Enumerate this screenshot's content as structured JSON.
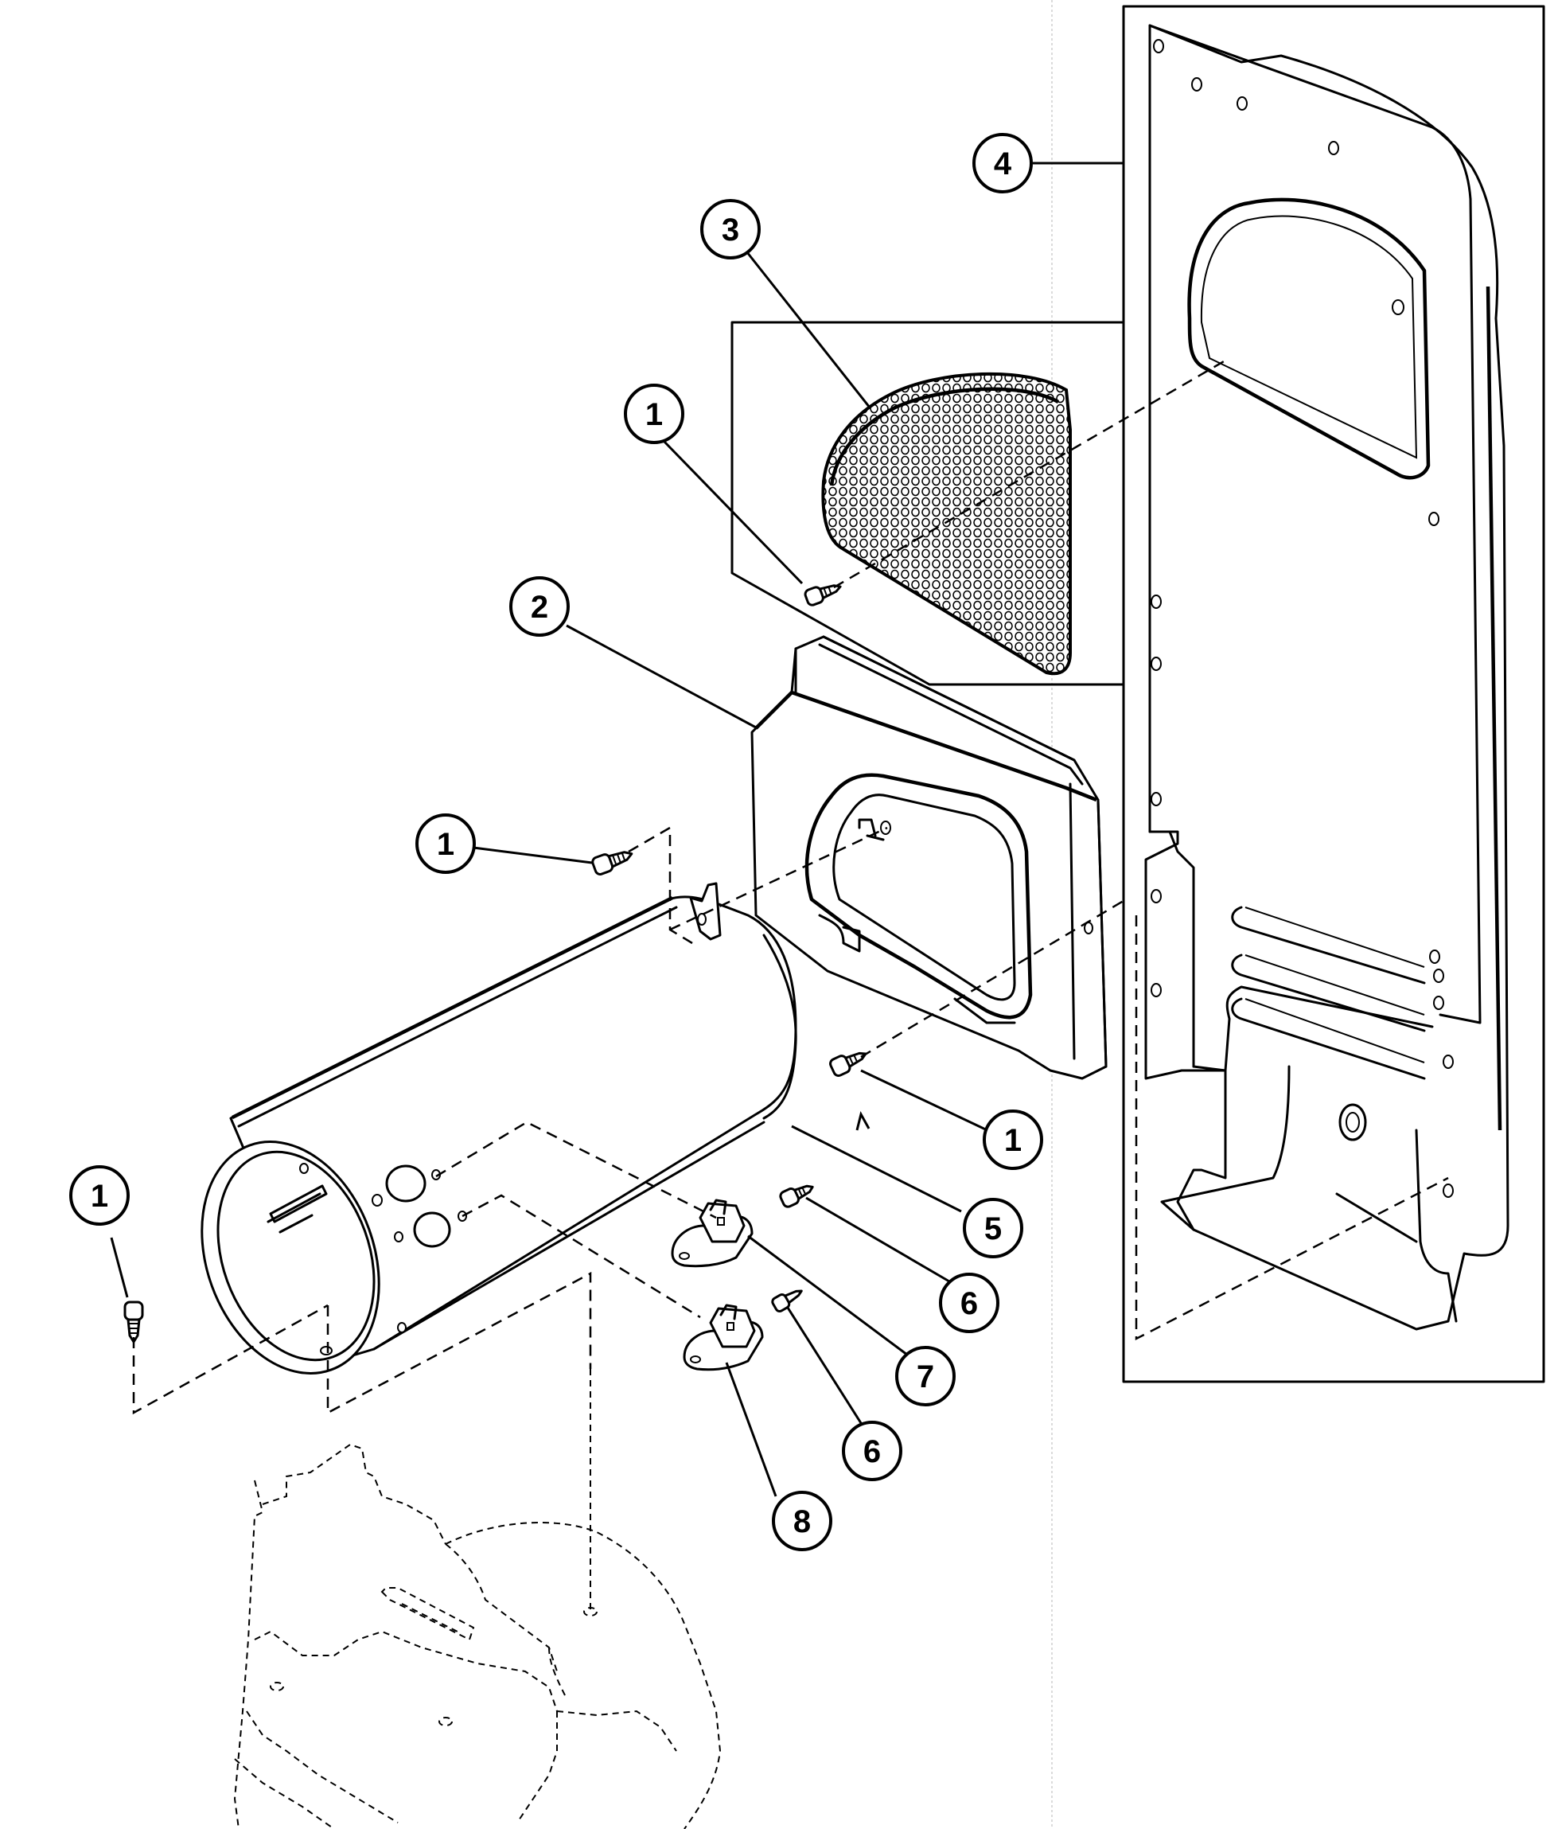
{
  "callouts": [
    {
      "id": "c-4",
      "label": "4"
    },
    {
      "id": "c-3",
      "label": "3"
    },
    {
      "id": "c-1a",
      "label": "1"
    },
    {
      "id": "c-2",
      "label": "2"
    },
    {
      "id": "c-1b",
      "label": "1"
    },
    {
      "id": "c-1c",
      "label": "1"
    },
    {
      "id": "c-1d",
      "label": "1"
    },
    {
      "id": "c-5",
      "label": "5"
    },
    {
      "id": "c-6a",
      "label": "6"
    },
    {
      "id": "c-7",
      "label": "7"
    },
    {
      "id": "c-6b",
      "label": "6"
    },
    {
      "id": "c-8",
      "label": "8"
    }
  ]
}
